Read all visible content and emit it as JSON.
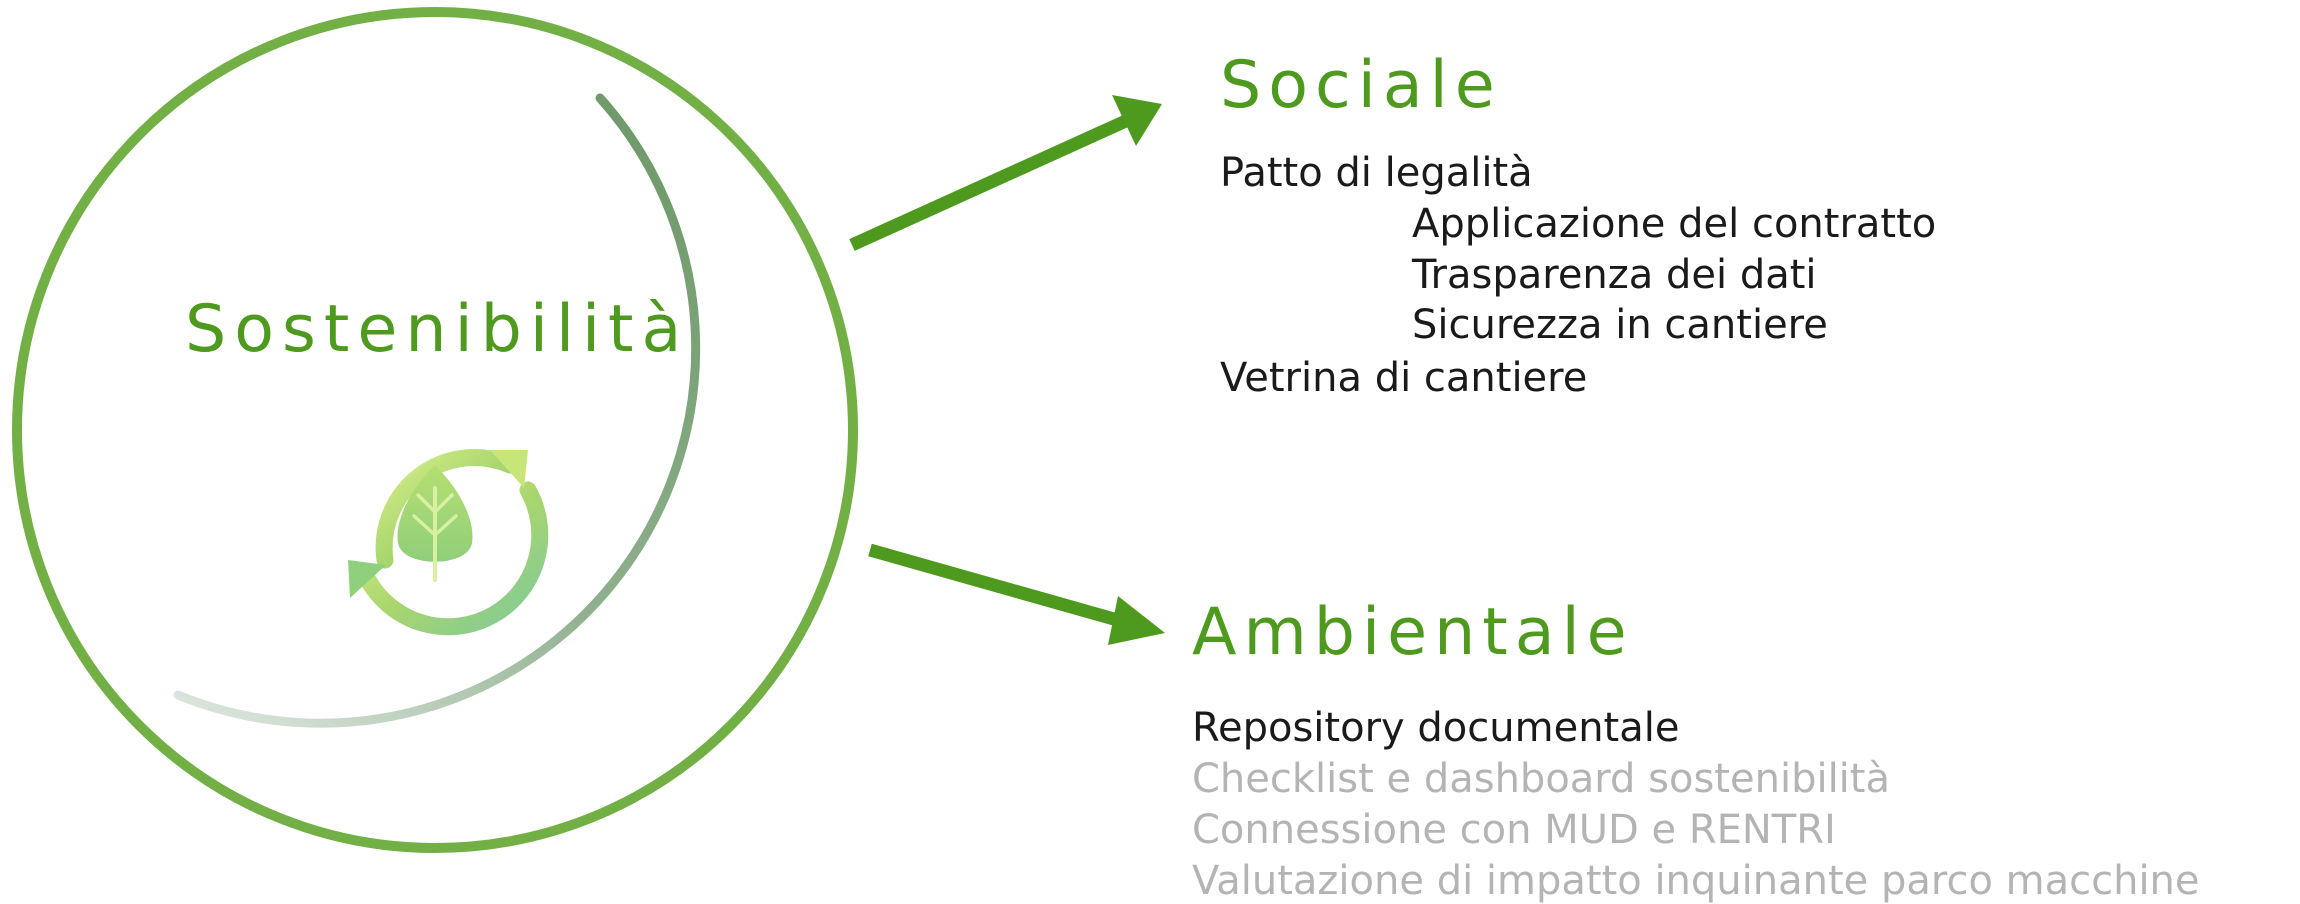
{
  "hub": {
    "title": "Sostenibilità",
    "icon": "leaf-recycle-icon"
  },
  "sociale": {
    "title": "Sociale",
    "items": [
      {
        "label": "Patto di legalità",
        "indent": 0,
        "active": true
      },
      {
        "label": "Applicazione del contratto",
        "indent": 1,
        "active": true
      },
      {
        "label": "Trasparenza dei dati",
        "indent": 1,
        "active": true
      },
      {
        "label": "Sicurezza in cantiere",
        "indent": 1,
        "active": true
      },
      {
        "label": "Vetrina di cantiere",
        "indent": 0,
        "active": true
      }
    ]
  },
  "ambientale": {
    "title": "Ambientale",
    "items": [
      {
        "label": "Repository documentale",
        "indent": 0,
        "active": true
      },
      {
        "label": "Checklist e dashboard sostenibilità",
        "indent": 0,
        "active": false
      },
      {
        "label": "Connessione con MUD e RENTRI",
        "indent": 0,
        "active": false
      },
      {
        "label": "Valutazione di impatto inquinante parco macchine",
        "indent": 0,
        "active": false
      }
    ]
  },
  "colors": {
    "accent": "#4e9a1e",
    "circle": "#72b046",
    "inner_arc": "#6e9a70",
    "arrow": "#4e9a1e",
    "text": "#1a1a1a",
    "muted_text": "#b4b4b4"
  }
}
